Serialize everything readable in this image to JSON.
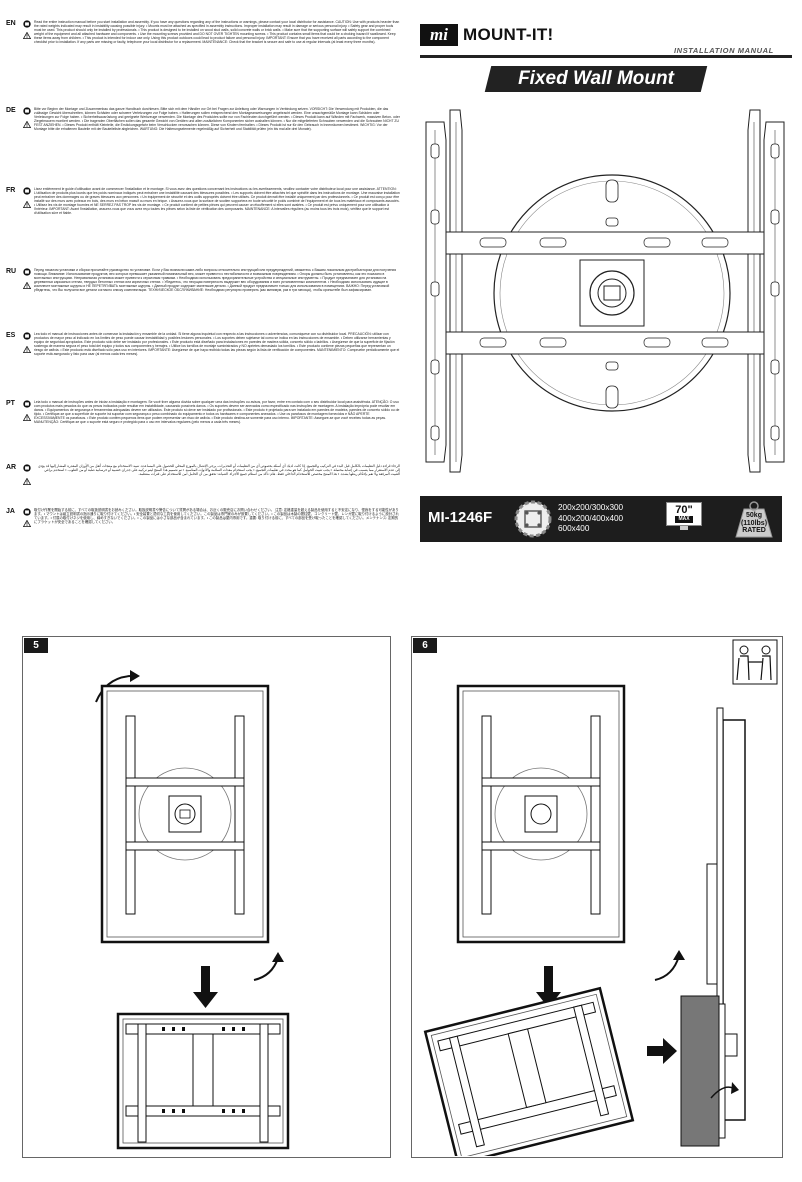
{
  "brand": {
    "logo": "mi",
    "name": "MOUNT-IT!",
    "manual_label": "INSTALLATION MANUAL"
  },
  "title": "Fixed Wall Mount",
  "product": {
    "model": "MI-1246F",
    "vesa_lines": [
      "200x200/300x300",
      "400x200/400x400",
      "600x400"
    ],
    "max_size": "70\"",
    "max_label": "MAX",
    "weight": "50kg",
    "weight_lbs": "(110lbs)",
    "weight_label": "RATED"
  },
  "steps": [
    {
      "number": "5"
    },
    {
      "number": "6"
    }
  ],
  "languages": [
    {
      "code": "EN",
      "text": "Read the entire instruction manual before you start installation and assembly. If you have any questions regarding any of the instructions or warnings, please contact your local distributor for assistance.",
      "warnings": "CAUTION: Use with products heavier than the rated weights indicated may result in instability causing possible injury. • Mounts must be attached as specified in assembly instructions. Improper installation may result in damage or serious personal injury. • Safety gear and proper tools must be used. This product should only be installed by professionals. • This product is designed to be installed on wood stud walls, solid concrete walls or brick walls. • Make sure that the supporting surface will safely support the combined weight of the equipment and all attached hardware and components. • Use the mounting screws provided and DO NOT OVER TIGHTEN mounting screws. • This product contains small items that could be a choking hazard if swallowed. Keep these items away from children. • This product is intended for indoor use only. Using this product outdoors could lead to product failure and personal injury. IMPORTANT: Ensure that you have received all parts according to the component checklist prior to installation. If any parts are missing or faulty, telephone your local distributor for a replacement. MAINTENANCE: Check that the bracket is secure and safe to use at regular intervals (at least every three months)."
    },
    {
      "code": "DE",
      "text": "Bitte vor Beginn der Montage und Zusammenbau das ganze Handbuch durchlesen. Bitte sich mit dem Händler vor Ort bei Fragen zur Anleitung oder Warnungen in Verbindung setzen.",
      "warnings": "VORSICHT: Die Verwendung mit Produkten, die das zulässige Gewicht überschreiten, können Schäden oder schwere Verletzungen zur Folge haben. • Halterungen sollen entsprechend den Montageanweisungen angebracht werden. Eine unsachgemäße Montage kann Schäden oder Verletzungen zur Folge haben. • Sicherheitsausrüstung und geeignete Werkzeuge verwenden. Die Montage des Produktes sollte nur von Fachleuten durchgeführt werden. • Dieses Produkt kann auf Wänden mit Fachwerk, massiven Beton- oder Ziegelmauern montiert werden. • Die tragenden Oberflächen sollen das gesamte Gewicht von Geräten und allen zusätzlichen Komponenten sicher aushalten können. • Nur die mitgelieferten Schrauben verwenden und die Schrauben NICHT ZU FEST ANZIEHEN. • Dieses Produkt enthält Kleinteile, die Erstickungsgefahr beim Verschlucken verursachen können. Diese von Kindern fernhalten. • Dieses Produkt ist nur für den Gebrauch in Innenräumen bestimmt. WICHTIG: Vor der Montage bitte die erhaltenen Bauteile mit der Bauteileliste abgleichen. WARTUNG: Die Halterungselemente regelmäßig auf Sicherheit und Stabilität prüfen (ein bis mal alle drei Monate)."
    },
    {
      "code": "FR",
      "text": "Lisez entièrement le guide d'utilisation avant de commencer l'installation et le montage. Si vous avez des questions concernant les instructions ou les avertissements, veuillez contacter votre distributeur local pour une assistance.",
      "warnings": "ATTENTION: L'utilisation de produits plus lourds que les poids nominaux indiqués peut entraîner une instabilité causant des blessures possibles. • Les supports doivent être attachés tel que spécifié dans les instructions de montage. Une mauvaise installation peut entraîner des dommages ou de graves blessures aux personnes. • Un équipement de sécurité et des outils appropriés doivent être utilisés. Ce produit devrait être installé uniquement par des professionnels. • Ce produit est conçu pour être installé sur des murs avec poteaux en bois, des murs en béton massif ou murs en brique. • Assurez-vous que la surface de soutien supportera en toute sécurité le poids combiné de l'équipement et de tous les matériaux et composants associés. • Utilisez les vis de montage fournies et NE SERREZ PAS TROP les vis de montage. • Ce produit contient de petites pièces qui peuvent causer un étouffement si elles sont avalées. • Ce produit est prévu uniquement pour une utilisation à l'intérieur. IMPORTANT: Avant l'installation, assurez-vous que vous avez reçu toutes les pièces selon la liste de vérification des composants. MAINTENANCE: A intervalles réguliers (au moins tous les trois mois), vérifiez que le support est d'utilisation sûre et fiable."
    },
    {
      "code": "RU",
      "text": "Перед началом установки и сборки прочитайте руководство по установке. Если у Вас возникли какие-либо вопросы относительно инструкций или предупреждений, свяжитесь с Вашим локальным дистрибьютором для получения помощи.",
      "warnings": "Внимание: Использование продуктов, вес которых превышает указанный номинальный вес, может привести к нестабильности и возможным повреждениям. • Опоры должны быть установлены, как это показано в монтажных инструкциях. Неправильная установка может привести к серьезным травмам. • Необходимо использовать предохранительные устройства и специальные инструменты. • Продукт предназначен для установки на деревянных каркасных стенах, твердых бетонных стенах или кирпичных стенах. • Убедитесь, что несущая поверхность выдержит вес оборудования и всех установленных компонентов. • Необходимо использовать идущие в комплекте монтажные шурупы и НЕ ПЕРЕТЯГИВАТЬ монтажные шурупы. • Данный продукт содержит маленькие детали. • Данный продукт предназначен только для использования в помещениях. ВАЖНО: Перед установкой убедитесь, что Вы получили все детали согласно списку комплектации. ТЕХНИЧЕСКОЕ ОБСЛУЖИВАНИЕ: Необходимо регулярно проверять (как минимум, раз в три месяца), чтобы кронштейн был зафиксирован."
    },
    {
      "code": "ES",
      "text": "Lea todo el manual de instrucciones antes de comenzar la instalación y ensamble de la unidad. Si tiene alguna inquietud con respecto a las instrucciones o advertencias, comuníquese con su distribuidor local.",
      "warnings": "PRECAUCIÓN: utilizar con productos de mayor peso al indicado en los límites de peso puede causar inestabilidad y posibles lesiones personales. • Los soportes deben sujetarse tal como se indica en las instrucciones de ensamble. • Deben utilizarse herramientas y equipo de seguridad apropiados. Este producto sólo debe ser instalado por profesionales. • Este producto está diseñado para instalaciones en paredes de madera sólida, concreto sólido o ladrillos. • Asegúrese de que la superficie de fijación sostenga de manera segura el peso total del equipo y todos sus componentes y herrajes. • Utilice los tornillos de montaje suministrados y NO aprietes demasiado los tornillos. • Este producto contiene piezas pequeñas que representan un riesgo de asfixia. • Este producto está diseñado sólo para uso en interiores. IMPORTANTE: Asegúrese de que haya recibido todas las piezas según la lista de verificación de componentes. MANTENIMIENTO: Compruebe periódicamente que el soporte está asegurado y listo para usar (al menos cada tres meses)."
    },
    {
      "code": "PT",
      "text": "Leia todo o manual de instruções antes de iniciar a instalação e montagem. Se você tiver alguma dúvida sobre qualquer uma das instruções ou avisos, por favor, entre em contato com o seu distribuidor local para assistência.",
      "warnings": "ATENÇÃO: O uso com produtos mais pesados do que os pesos indicados pode resultar em instabilidade, causando possíveis danos. • Os suportes devem ser anexados como especificado nas instruções de montagem. A instalação imprópria pode resultar em danos. • Equipamentos de segurança e ferramentas adequadas devem ser utilizados. Este produto só deve ser instalado por profissionais. • Este produto é projetado para ser instalado em paredes de madeira, paredes de concreto sólido ou de tijolo. • Certifique-se que a superfície de suporte irá suportar com segurança o peso combinado do equipamento e todos os hardwares e componentes anexados. • Use os parafusos de montagem fornecidos e NÃO APERTE EXCESSIVAMENTE os parafusos. • Este produto contém pequenos itens que podem representar um risco de asfixia. • Este produto destina-se somente para uso interno. IMPORTANTE: Assegure-se que você recebeu todas as peças. MANUTENÇÃO: Certifique-se que o suporte está seguro e protegido para o uso em intervalos regulares (pelo menos a cada três meses)."
    },
    {
      "code": "AR",
      "text": "الرجاء قراءة دليل التعليمات بالكامل قبل البدء في التركيب والتجميع. إذا كانت لديك أي أسئلة بخصوص أي من التعليمات أو التحذيرات، يرجى الاتصال بالموزع المحلي للحصول على المساعدة.",
      "warnings": "تنبيه: الاستخدام مع منتجات أثقل من الأوزان المقدرة المشار إليها قد يؤدي إلى عدم الاستقرار مما يتسبب في إصابة محتملة. • يجب تثبيت الحوامل كما هو محدد في تعليمات التجميع. • يجب استخدام معدات السلامة والأدوات المناسبة. • تم تصميم هذا المنتج ليتم تركيبه على جدران خشبية أو خرسانية صلبة أو من الطوب. • استخدم براغي التثبيت المرفقة ولا تقم بإحكام ربطها بشدة. • هذا المنتج مخصص للاستخدام الداخلي فقط. هام: تأكد من استلام جميع الأجزاء. الصيانة: تحقق من أن الحامل آمن للاستخدام على فترات منتظمة."
    },
    {
      "code": "JA",
      "text": "取付け作業を開始する前に、すべての取扱説明書をお読みください。取扱説明書や警告について質問がある場合は、お近くの販売店にお問い合わせください。",
      "warnings": "注意: 定格重量を超える製品を使用すると不安定になり、怪我をする可能性があります。• マウントは組立説明書の指示通りに取り付けてください。• 安全装置と適切な工具を使用してください。この製品は専門家のみが設置してください。• この製品は木製の間柱壁、コンクリート壁、レンガ壁に取り付けるように設計されています。• 付属の取付けネジを使用し、締めすぎないでください。• この製品には小さな部品が含まれています。• この製品は屋内専用です。重要: 取り付ける前に、すべての部品を受け取ったことを確認してください。メンテナンス: 定期的にブラケットが安全であることを確認してください。"
    }
  ]
}
